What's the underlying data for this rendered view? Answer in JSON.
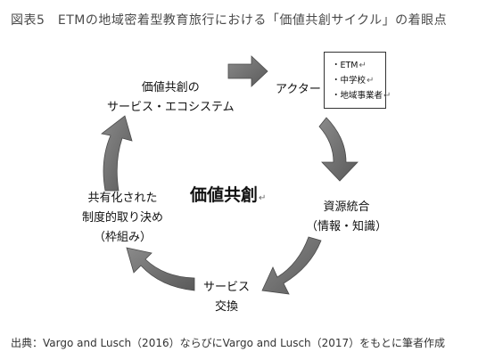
{
  "title": "図表5　ETMの地域密着型教育旅行における「価値共創サイクル」の着眼点",
  "center_label": "価値共創",
  "return_mark": "↵",
  "nodes": {
    "ecosystem": [
      "価値共創の",
      "サービス・エコシステム"
    ],
    "actor": "アクター",
    "integration": [
      "資源統合",
      "（情報・知識）"
    ],
    "exchange": [
      "サービス",
      "交換"
    ],
    "institutions": [
      "共有化された",
      "制度的取り決め",
      "（枠組み）"
    ]
  },
  "actor_items": [
    "・ETM",
    "・中学校",
    "・地域事業者"
  ],
  "footer": "出典：Vargo and Lusch（2016）ならびにVargo and Lusch（2017）をもとに筆者作成",
  "colors": {
    "arrow_fill": "#6e6e6e",
    "arrow_edge": "#4a4a4a"
  }
}
